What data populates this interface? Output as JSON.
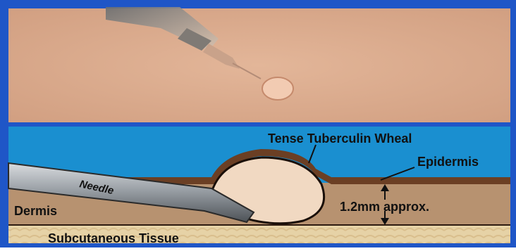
{
  "photo": {
    "skin_color": "#dba98a",
    "wheal_color": "#f2cbb2"
  },
  "diagram": {
    "labels": {
      "wheal": "Tense Tuberculin Wheal",
      "epidermis": "Epidermis",
      "needle": "Needle",
      "dermis": "Dermis",
      "measurement": "1.2mm approx.",
      "subcutaneous": "Subcutaneous Tissue"
    },
    "colors": {
      "frame_blue": "#1f56c7",
      "sky_blue": "#1a8fd0",
      "epidermis_brown": "#6b3f24",
      "dermis_tan": "#b79270",
      "subcutaneous_cream": "#e6d2a6",
      "wheal_fill": "#f1d9c2",
      "needle_steel": "#8a8f94"
    }
  }
}
